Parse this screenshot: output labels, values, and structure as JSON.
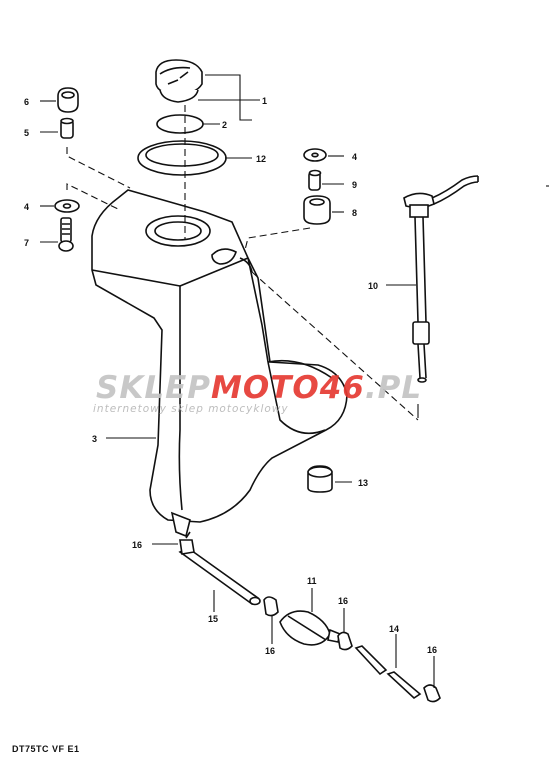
{
  "watermark": {
    "brand_part1": "SKLEP",
    "brand_part2": "MOTO",
    "brand_part3": "46",
    "brand_part4": ".PL",
    "tagline": "internetowy sklep motocyklowy",
    "colors": {
      "gray": "#c4c4c4",
      "red": "#e53a32"
    }
  },
  "diagram_code": "DT75TC VF E1",
  "callouts": {
    "c1": "1",
    "c2": "2",
    "c3": "3",
    "c4a": "4",
    "c4b": "4",
    "c5": "5",
    "c6": "6",
    "c7": "7",
    "c8": "8",
    "c9": "9",
    "c10": "10",
    "c11": "11",
    "c12": "12",
    "c13": "13",
    "c14": "14",
    "c15": "15",
    "c16a": "16",
    "c16b": "16",
    "c16c": "16",
    "c16d": "16"
  }
}
